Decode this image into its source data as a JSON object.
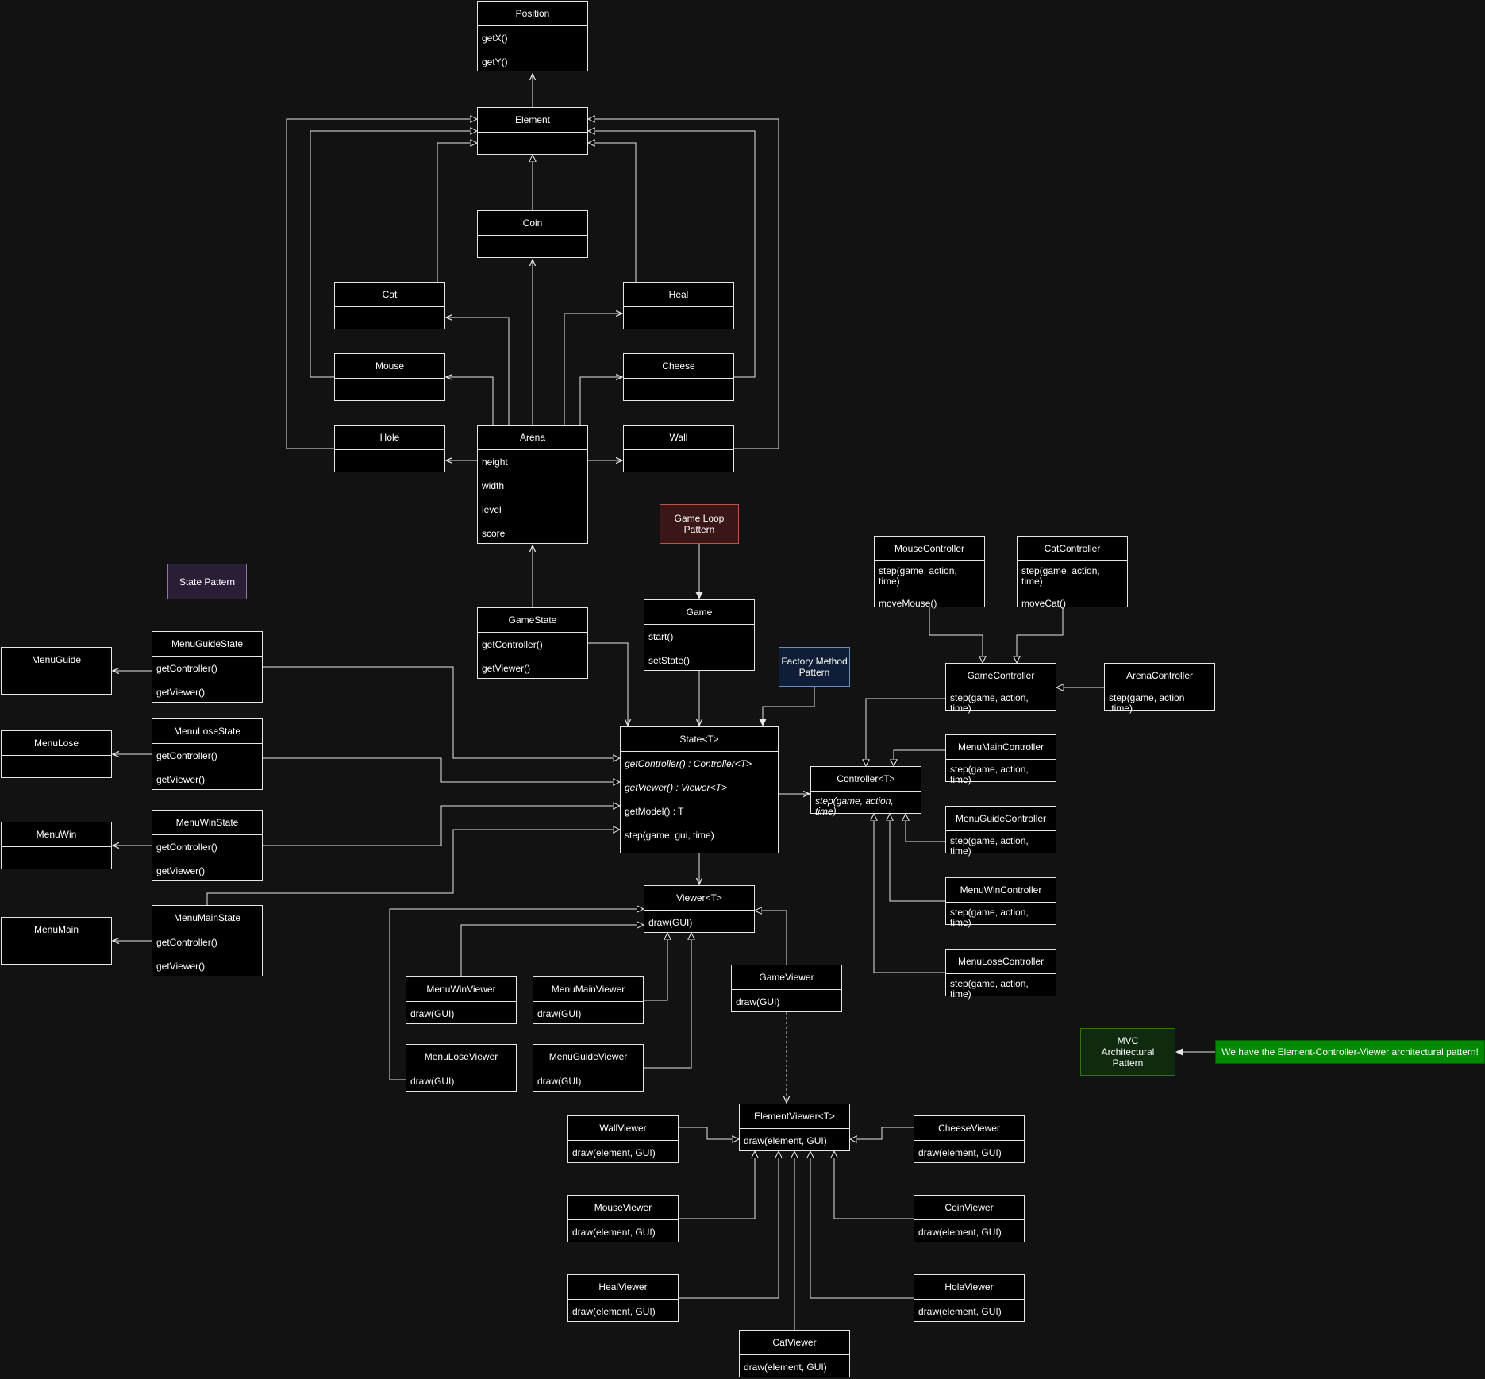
{
  "classes": {
    "position": {
      "name": "Position",
      "members": [
        "getX()",
        "getY()"
      ]
    },
    "element": {
      "name": "Element",
      "members": []
    },
    "coin": {
      "name": "Coin",
      "members": []
    },
    "cat": {
      "name": "Cat",
      "members": []
    },
    "heal": {
      "name": "Heal",
      "members": []
    },
    "mouse": {
      "name": "Mouse",
      "members": []
    },
    "cheese": {
      "name": "Cheese",
      "members": []
    },
    "hole": {
      "name": "Hole",
      "members": []
    },
    "arena": {
      "name": "Arena",
      "members": [
        "height",
        "width",
        "level",
        "score"
      ]
    },
    "wall": {
      "name": "Wall",
      "members": []
    },
    "gamestate": {
      "name": "GameState",
      "members": [
        "getController()",
        "getViewer()"
      ]
    },
    "game": {
      "name": "Game",
      "members": [
        "start()",
        "setState()"
      ]
    },
    "state": {
      "name": "State<T>",
      "members": [
        "getController() : Controller<T>",
        "getViewer() : Viewer<T>",
        "getModel() : T",
        "step(game, gui, time)"
      ]
    },
    "mousecontroller": {
      "name": "MouseController",
      "members": [
        "step(game, action, time)",
        "moveMouse()"
      ]
    },
    "catcontroller": {
      "name": "CatController",
      "members": [
        "step(game, action, time)",
        "moveCat()"
      ]
    },
    "gamecontroller": {
      "name": "GameController",
      "members": [
        "step(game, action, time)"
      ]
    },
    "arenacontroller": {
      "name": "ArenaController",
      "members": [
        "step(game, action ,time)"
      ]
    },
    "controller": {
      "name": "Controller<T>",
      "members": [
        "step(game, action, time)"
      ]
    },
    "menumaincontroller": {
      "name": "MenuMainController",
      "members": [
        "step(game, action, time)"
      ]
    },
    "menuguidecontroller": {
      "name": "MenuGuideController",
      "members": [
        "step(game, action, time)"
      ]
    },
    "menuwincontroller": {
      "name": "MenuWinController",
      "members": [
        "step(game, action, time)"
      ]
    },
    "menulosecontroller": {
      "name": "MenuLoseController",
      "members": [
        "step(game, action, time)"
      ]
    },
    "menuguide": {
      "name": "MenuGuide",
      "members": []
    },
    "menulose": {
      "name": "MenuLose",
      "members": []
    },
    "menuwin": {
      "name": "MenuWin",
      "members": []
    },
    "menumain": {
      "name": "MenuMain",
      "members": []
    },
    "menuguidestate": {
      "name": "MenuGuideState",
      "members": [
        "getController()",
        "getViewer()"
      ]
    },
    "menulosestate": {
      "name": "MenuLoseState",
      "members": [
        "getController()",
        "getViewer()"
      ]
    },
    "menuwinstate": {
      "name": "MenuWinState",
      "members": [
        "getController()",
        "getViewer()"
      ]
    },
    "menumainstate": {
      "name": "MenuMainState",
      "members": [
        "getController()",
        "getViewer()"
      ]
    },
    "viewer": {
      "name": "Viewer<T>",
      "members": [
        "draw(GUI)"
      ]
    },
    "menuwinviewer": {
      "name": "MenuWinViewer",
      "members": [
        "draw(GUI)"
      ]
    },
    "menumainviewer": {
      "name": "MenuMainViewer",
      "members": [
        "draw(GUI)"
      ]
    },
    "gameviewer": {
      "name": "GameViewer",
      "members": [
        "draw(GUI)"
      ]
    },
    "menuloseviewer": {
      "name": "MenuLoseViewer",
      "members": [
        "draw(GUI)"
      ]
    },
    "menuguideviewer": {
      "name": "MenuGuideViewer",
      "members": [
        "draw(GUI)"
      ]
    },
    "elementviewer": {
      "name": "ElementViewer<T>",
      "members": [
        "draw(element, GUI)"
      ]
    },
    "wallviewer": {
      "name": "WallViewer",
      "members": [
        "draw(element, GUI)"
      ]
    },
    "cheeseviewer": {
      "name": "CheeseViewer",
      "members": [
        "draw(element, GUI)"
      ]
    },
    "mouseviewer": {
      "name": "MouseViewer",
      "members": [
        "draw(element, GUI)"
      ]
    },
    "coinviewer": {
      "name": "CoinViewer",
      "members": [
        "draw(element, GUI)"
      ]
    },
    "healviewer": {
      "name": "HealViewer",
      "members": [
        "draw(element, GUI)"
      ]
    },
    "holeviewer": {
      "name": "HoleViewer",
      "members": [
        "draw(element, GUI)"
      ]
    },
    "catviewer": {
      "name": "CatViewer",
      "members": [
        "draw(element, GUI)"
      ]
    }
  },
  "notes": {
    "state_pattern": {
      "text": "State Pattern",
      "fill": "#2a1e36",
      "stroke": "#9673a6"
    },
    "game_loop_pattern": {
      "text": "Game Loop\nPattern",
      "fill": "#3a1616",
      "stroke": "#b85450"
    },
    "factory_method_pattern": {
      "text": "Factory Method\nPattern",
      "fill": "#0f1e36",
      "stroke": "#6c8ebf"
    },
    "mvc_pattern": {
      "text": "MVC\nArchitectural\nPattern",
      "fill": "#0f2a0f",
      "stroke": "#2d7600"
    },
    "ecv_comment": {
      "text": "We have the Element-Controller-Viewer architectural pattern!",
      "fill": "#008a00",
      "stroke": "#005700"
    }
  },
  "colors": {
    "background": "#121212",
    "box_fill": "#000000",
    "line": "#e6e6e6",
    "text": "#ffffff"
  }
}
